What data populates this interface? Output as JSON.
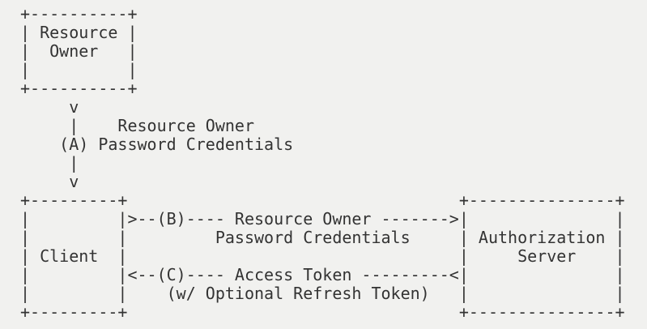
{
  "colors": {
    "background": "#f1f1ef",
    "text": "#333333"
  },
  "diagram": {
    "entities": [
      "Resource Owner",
      "Client",
      "Authorization Server"
    ],
    "flows": [
      {
        "id": "(A)",
        "label": "Resource Owner Password Credentials",
        "from": "Resource Owner",
        "to": "Client"
      },
      {
        "id": "(B)",
        "label": "Resource Owner Password Credentials",
        "from": "Client",
        "to": "Authorization Server"
      },
      {
        "id": "(C)",
        "label": "Access Token (w/ Optional Refresh Token)",
        "from": "Authorization Server",
        "to": "Client"
      }
    ],
    "lines": [
      "+----------+",
      "| Resource |",
      "|  Owner   |",
      "|          |",
      "+----------+",
      "     v",
      "     |    Resource Owner",
      "    (A) Password Credentials",
      "     |",
      "     v",
      "+---------+                                  +---------------+",
      "|         |>--(B)---- Resource Owner ------->|               |",
      "|         |         Password Credentials     | Authorization |",
      "| Client  |                                  |     Server    |",
      "|         |<--(C)---- Access Token ---------<|               |",
      "|         |    (w/ Optional Refresh Token)   |               |",
      "+---------+                                  +---------------+"
    ]
  }
}
